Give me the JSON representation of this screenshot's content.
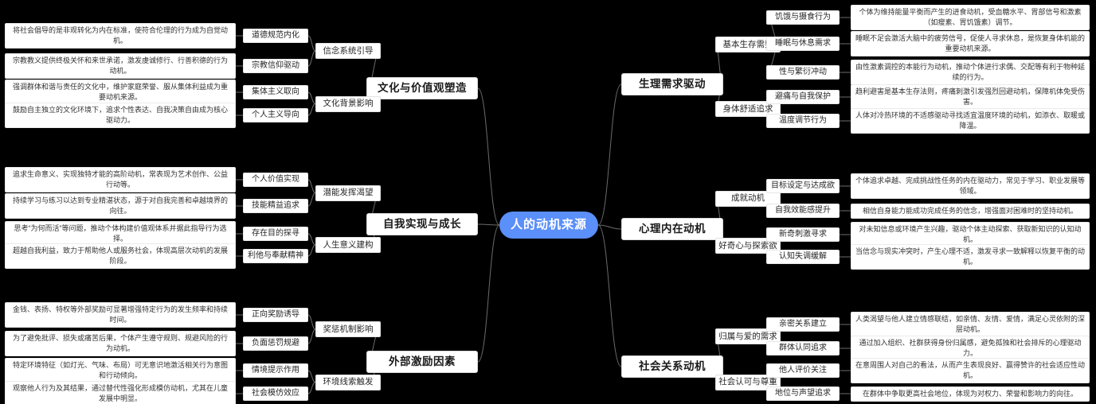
{
  "root": {
    "label": "人的动机来源",
    "color": "#5b8ff9"
  },
  "theme": {
    "background": "#000000",
    "node_bg": "#ffffff",
    "link_color": "#6b6b6b",
    "text_color": "#1a1a1a"
  },
  "branches": [
    {
      "id": "culture",
      "label": "文化与价值观塑造",
      "side": "left",
      "subs": [
        {
          "label": "信念系统引导",
          "leaves": [
            {
              "label": "道德规范内化",
              "detail": "将社会倡导的是非观转化为内在标准，使符合伦理的行为成为自觉动机。"
            },
            {
              "label": "宗教信仰驱动",
              "detail": "宗教教义提供终极关怀和来世承诺，激发虔诚修行、行善积德的行为动机。"
            }
          ]
        },
        {
          "label": "文化背景影响",
          "leaves": [
            {
              "label": "集体主义取向",
              "detail": "强调群体和谐与责任的文化中，维护家庭荣誉、服从集体利益成为重要动机来源。"
            },
            {
              "label": "个人主义导向",
              "detail": "鼓励自主独立的文化环境下，追求个性表达、自我决策自由成为核心驱动力。"
            }
          ]
        }
      ]
    },
    {
      "id": "selfgrowth",
      "label": "自我实现与成长",
      "side": "left",
      "subs": [
        {
          "label": "潜能发挥渴望",
          "leaves": [
            {
              "label": "个人价值实现",
              "detail": "追求生命意义、实现独特才能的高阶动机，常表现为艺术创作、公益行动等。"
            },
            {
              "label": "技能精益追求",
              "detail": "持续学习与练习以达到专业精湛状态，源于对自我完善和卓越境界的向往。"
            }
          ]
        },
        {
          "label": "人生意义建构",
          "leaves": [
            {
              "label": "存在目的探寻",
              "detail": "思考“为何而活”等问题，推动个体构建价值观体系并据此指导行为选择。"
            },
            {
              "label": "利他与奉献精神",
              "detail": "超越自我利益，致力于帮助他人或服务社会，体现高层次动机的发展阶段。"
            }
          ]
        }
      ]
    },
    {
      "id": "external",
      "label": "外部激励因素",
      "side": "left",
      "subs": [
        {
          "label": "奖惩机制影响",
          "leaves": [
            {
              "label": "正向奖励诱导",
              "detail": "金钱、表扬、特权等外部奖励可显著增强特定行为的发生频率和持续时间。"
            },
            {
              "label": "负面惩罚规避",
              "detail": "为了避免批评、损失或痛苦后果，个体产生遵守规则、规避风险的行为动机。"
            }
          ]
        },
        {
          "label": "环境线索触发",
          "leaves": [
            {
              "label": "情境提示作用",
              "detail": "特定环境特征（如灯光、气味、布局）可无意识地激活相关行为意图和行动倾向。"
            },
            {
              "label": "社会模仿效应",
              "detail": "观察他人行为及其结果，通过替代性强化形成模仿动机，尤其在儿童发展中明显。"
            }
          ]
        }
      ]
    },
    {
      "id": "physio",
      "label": "生理需求驱动",
      "side": "right",
      "subs": [
        {
          "label": "基本生存需要",
          "leaves": [
            {
              "label": "饥饿与摄食行为",
              "detail": "个体为维持能量平衡而产生的进食动机，受血糖水平、胃部信号和激素（如瘦素、胃饥饿素）调节。"
            },
            {
              "label": "睡眠与休息需求",
              "detail": "睡眠不足会激活大脑中的疲劳信号，促使人寻求休息，是恢复身体机能的重要动机来源。"
            },
            {
              "label": "性与繁衍冲动",
              "detail": "由性激素调控的本能行为动机，推动个体进行求偶、交配等有利于物种延续的行为。"
            }
          ]
        },
        {
          "label": "身体舒适追求",
          "leaves": [
            {
              "label": "避痛与自我保护",
              "detail": "趋利避害是基本生存法则，疼痛刺激引发强烈回避动机，保障机体免受伤害。"
            },
            {
              "label": "温度调节行为",
              "detail": "人体对冷热环境的不适感驱动寻找适宜温度环境的动机，如添衣、取暖或降温。"
            }
          ]
        }
      ]
    },
    {
      "id": "psych",
      "label": "心理内在动机",
      "side": "right",
      "subs": [
        {
          "label": "成就动机",
          "leaves": [
            {
              "label": "目标设定与达成欲",
              "detail": "个体追求卓越、完成挑战性任务的内在驱动力，常见于学习、职业发展等领域。"
            },
            {
              "label": "自我效能感提升",
              "detail": "相信自身能力能成功完成任务的信念，增强面对困难时的坚持动机。"
            }
          ]
        },
        {
          "label": "好奇心与探索欲",
          "leaves": [
            {
              "label": "新奇刺激寻求",
              "detail": "对未知信息或环境产生兴趣，驱动个体主动探索、获取新知识的认知动机。"
            },
            {
              "label": "认知失调缓解",
              "detail": "当信念与现实冲突时，产生心理不适，激发寻求一致解释以恢复平衡的动机。"
            }
          ]
        }
      ]
    },
    {
      "id": "social",
      "label": "社会关系动机",
      "side": "right",
      "subs": [
        {
          "label": "归属与爱的需求",
          "leaves": [
            {
              "label": "亲密关系建立",
              "detail": "人类渴望与他人建立情感联结，如亲情、友情、爱情，满足心灵依附的深层动机。"
            },
            {
              "label": "群体认同追求",
              "detail": "通过加入组织、社群获得身份归属感，避免孤独和社会排斥的心理驱动力。"
            }
          ]
        },
        {
          "label": "社会认可与尊重",
          "leaves": [
            {
              "label": "他人评价关注",
              "detail": "在意周围人对自己的看法，从而产生表现良好、赢得赞许的社会适应性动机。"
            },
            {
              "label": "地位与声望追求",
              "detail": "在群体中争取更高社会地位，体现为对权力、荣誉和影响力的向往。"
            }
          ]
        }
      ]
    }
  ]
}
